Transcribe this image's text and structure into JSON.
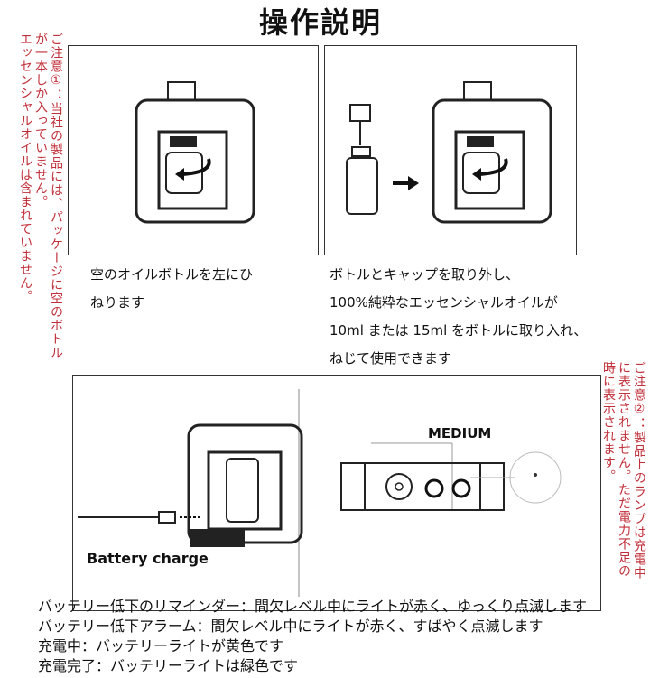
{
  "title": "操作説明",
  "notes": {
    "note1": [
      "ご注意①：当社の製品には、パッケージに空のボトル",
      "が一本しか入っていません。",
      "エッセンシャルオイルは含まれていません。"
    ],
    "note2": [
      "ご注意②：製品上のランプは充電中",
      "に表示されません。ただ電力不足の",
      "時に表示されます。"
    ]
  },
  "step1": {
    "caption": [
      "空のオイルボトルを左にひ",
      "ねります"
    ]
  },
  "step2": {
    "caption": [
      "ボトルとキャップを取り外し、",
      "100%純粋なエッセンシャルオイルが",
      "10ml または 15ml をボトルに取り入れ、",
      "ねじて使用できます"
    ]
  },
  "charge_panel": {
    "label": "Battery charge"
  },
  "mode_panel": {
    "label": "MEDIUM"
  },
  "instructions": [
    "バッテリー低下のリマインダー：間欠レベル中にライトが赤く、ゆっくり点滅します",
    "バッテリー低下アラーム：間欠レベル中にライトが赤く、すばやく点滅します",
    "充電中：バッテリーライトが黄色です",
    "充電完了：バッテリーライトは緑色です"
  ],
  "colors": {
    "note": "#c0303a"
  }
}
